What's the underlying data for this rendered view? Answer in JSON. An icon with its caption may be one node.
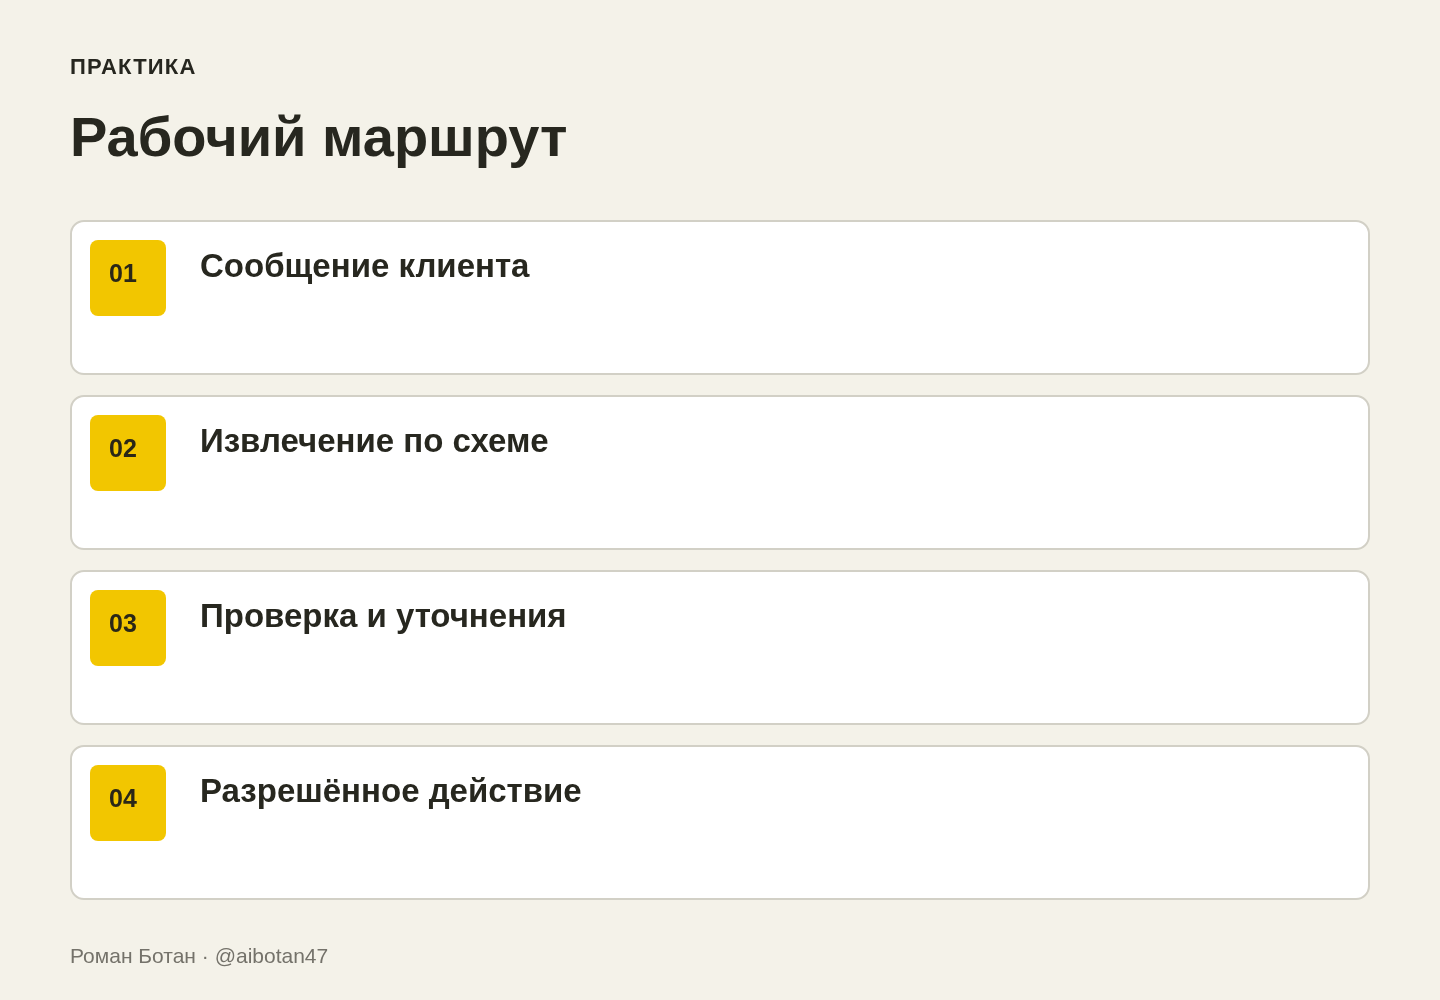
{
  "diagram": {
    "title": "Рабочий маршрут",
    "nodes": [
      {
        "text": [
          "Сообщение клиента"
        ]
      },
      {
        "text": [
          "01"
        ],
        "in": 0
      },
      {
        "text": [
          "Извлечение по схеме"
        ]
      },
      {
        "text": [
          "02"
        ],
        "in": 2
      },
      {
        "text": [
          "Проверка и уточнения"
        ]
      },
      {
        "text": [
          "03"
        ],
        "in": 4
      },
      {
        "text": [
          "Разрешённое действие"
        ]
      },
      {
        "text": [
          "04"
        ],
        "in": 6
      }
    ],
    "labels": [
      "ПРАКТИКА",
      "Роман Ботан · @aibotan47"
    ]
  }
}
